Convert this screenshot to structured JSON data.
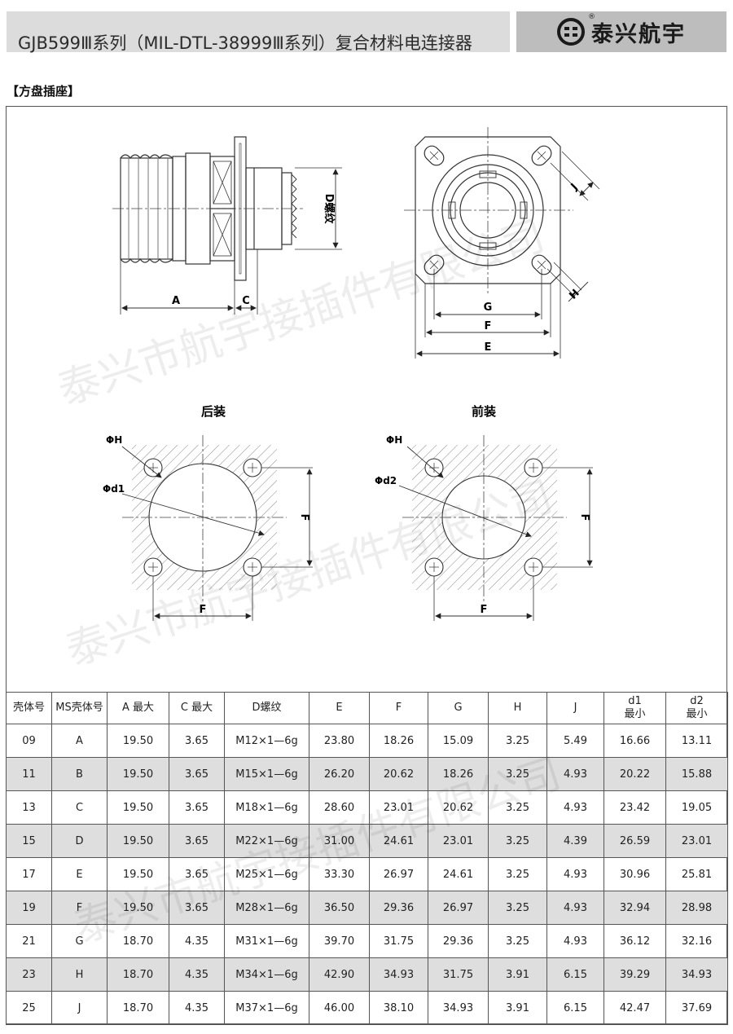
{
  "header": {
    "title": "GJB599Ⅲ系列（MIL-DTL-38999Ⅲ系列）复合材料电连接器",
    "brand": "泰兴航宇",
    "reg_mark": "®"
  },
  "section_label": "【方盘插座】",
  "drawing": {
    "side_labels": {
      "A": "A",
      "C": "C",
      "D": "D螺纹"
    },
    "front_labels": {
      "E": "E",
      "F": "F",
      "G": "G",
      "H": "H",
      "J": "J"
    },
    "rear_mount": {
      "title": "后装",
      "hole": "ΦH",
      "bore": "Φd1",
      "F_h": "F",
      "F_v": "F"
    },
    "front_mount": {
      "title": "前装",
      "hole": "ΦH",
      "bore": "Φd2",
      "F_h": "F",
      "F_v": "F"
    }
  },
  "watermark": "泰兴市航宇接插件有限公司",
  "table": {
    "headers": [
      "壳体号",
      "MS壳体号",
      "A 最大",
      "C 最大",
      "D螺纹",
      "E",
      "F",
      "G",
      "H",
      "J",
      "d1\n最小",
      "d2\n最小"
    ],
    "rows": [
      [
        "09",
        "A",
        "19.50",
        "3.65",
        "M12×1—6g",
        "23.80",
        "18.26",
        "15.09",
        "3.25",
        "5.49",
        "16.66",
        "13.11"
      ],
      [
        "11",
        "B",
        "19.50",
        "3.65",
        "M15×1—6g",
        "26.20",
        "20.62",
        "18.26",
        "3.25",
        "4.93",
        "20.22",
        "15.88"
      ],
      [
        "13",
        "C",
        "19.50",
        "3.65",
        "M18×1—6g",
        "28.60",
        "23.01",
        "20.62",
        "3.25",
        "4.93",
        "23.42",
        "19.05"
      ],
      [
        "15",
        "D",
        "19.50",
        "3.65",
        "M22×1—6g",
        "31.00",
        "24.61",
        "23.01",
        "3.25",
        "4.39",
        "26.59",
        "23.01"
      ],
      [
        "17",
        "E",
        "19.50",
        "3.65",
        "M25×1—6g",
        "33.30",
        "26.97",
        "24.61",
        "3.25",
        "4.93",
        "30.96",
        "25.81"
      ],
      [
        "19",
        "F",
        "19.50",
        "3.65",
        "M28×1—6g",
        "36.50",
        "29.36",
        "26.97",
        "3.25",
        "4.93",
        "32.94",
        "28.98"
      ],
      [
        "21",
        "G",
        "18.70",
        "4.35",
        "M31×1—6g",
        "39.70",
        "31.75",
        "29.36",
        "3.25",
        "4.93",
        "36.12",
        "32.16"
      ],
      [
        "23",
        "H",
        "18.70",
        "4.35",
        "M34×1—6g",
        "42.90",
        "34.93",
        "31.75",
        "3.91",
        "6.15",
        "39.29",
        "34.93"
      ],
      [
        "25",
        "J",
        "18.70",
        "4.35",
        "M37×1—6g",
        "46.00",
        "38.10",
        "34.93",
        "3.91",
        "6.15",
        "42.47",
        "37.69"
      ]
    ]
  },
  "colors": {
    "header_bg": "#dcdcdc",
    "logo_bg": "#bdbdbd",
    "row_shade": "#dedede",
    "line": "#333333"
  }
}
